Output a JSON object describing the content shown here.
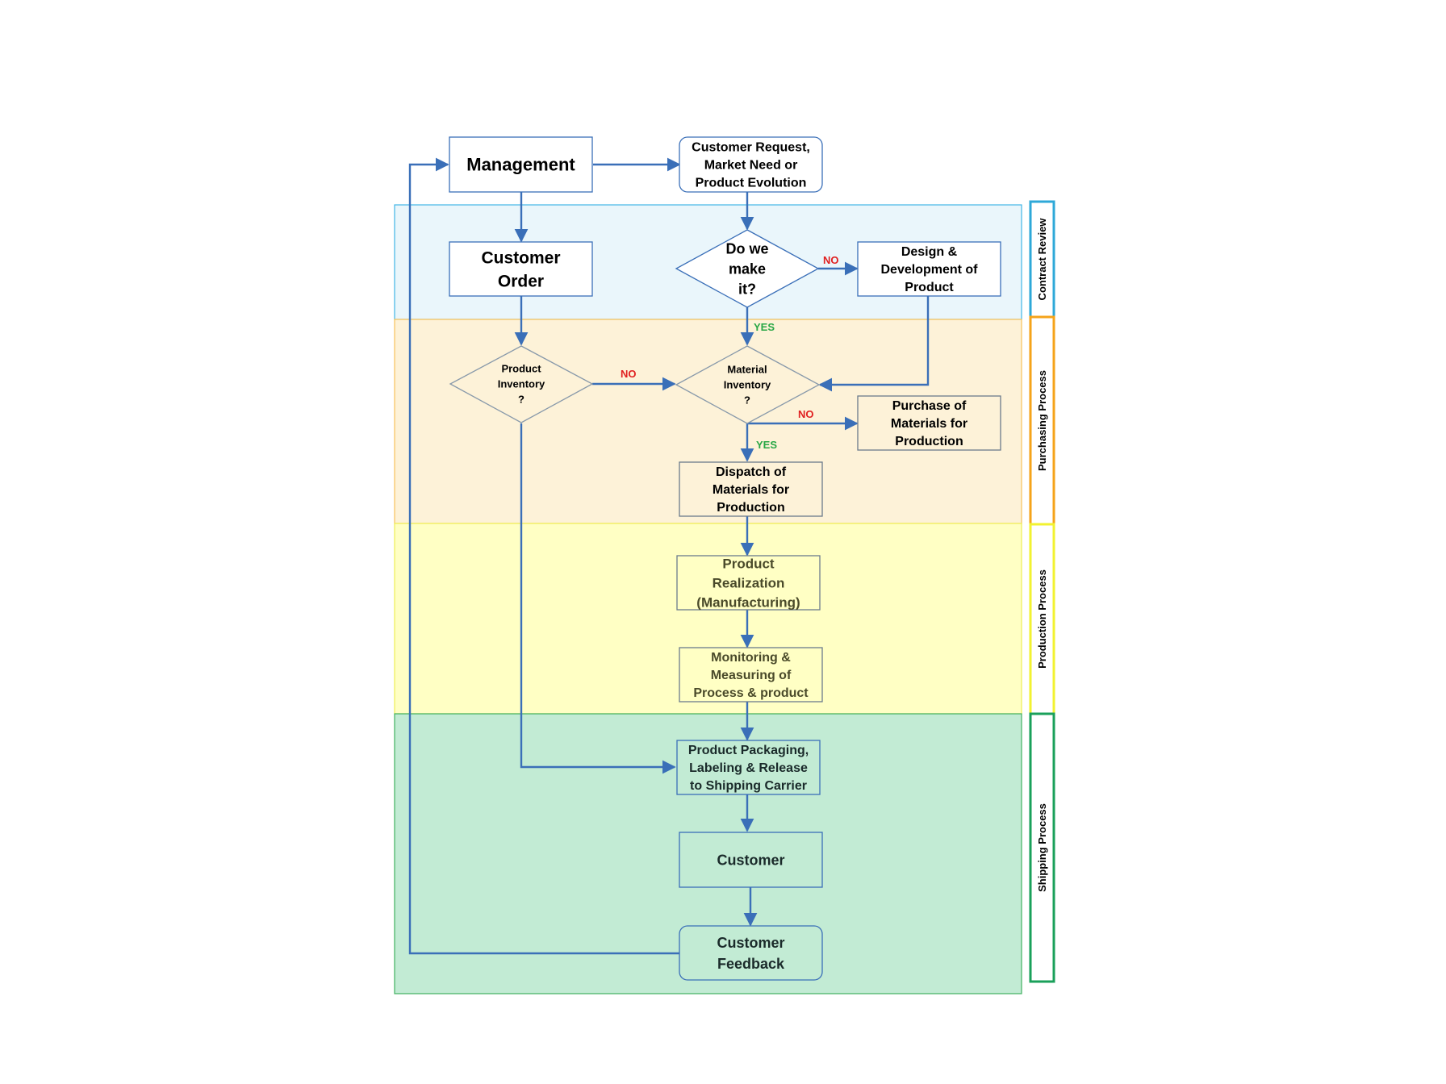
{
  "colors": {
    "contract_review": "#eaf6fb",
    "purchasing": "#fdf2d8",
    "production": "#ffffc4",
    "shipping": "#c2ebd4",
    "contract_review_tab": "#2ea8d8",
    "purchasing_tab": "#f5a31a",
    "production_tab": "#f2f230",
    "shipping_tab": "#1aa05a",
    "arrow": "#3a6fb8",
    "no": "#e02020",
    "yes": "#28a745"
  },
  "lanes": {
    "contract_review": "Contract Review",
    "purchasing": "Purchasing Process",
    "production": "Production Process",
    "shipping": "Shipping Process"
  },
  "nodes": {
    "management": [
      "Management"
    ],
    "customer_request": [
      "Customer Request,",
      "Market Need or",
      "Product Evolution"
    ],
    "customer_order": [
      "Customer",
      "Order"
    ],
    "do_we_make_it": [
      "Do we",
      "make",
      "it?"
    ],
    "design_development": [
      "Design &",
      "Development of",
      "Product"
    ],
    "product_inventory": [
      "Product",
      "Inventory",
      "?"
    ],
    "material_inventory": [
      "Material",
      "Inventory",
      "?"
    ],
    "purchase_materials": [
      "Purchase of",
      "Materials for",
      "Production"
    ],
    "dispatch_materials": [
      "Dispatch of",
      "Materials for",
      "Production"
    ],
    "product_realization": [
      "Product",
      "Realization",
      "(Manufacturing)"
    ],
    "monitoring_measuring": [
      "Monitoring &",
      "Measuring of",
      "Process & product"
    ],
    "packaging_release": [
      "Product Packaging,",
      "Labeling & Release",
      "to Shipping Carrier"
    ],
    "customer": [
      "Customer"
    ],
    "customer_feedback": [
      "Customer",
      "Feedback"
    ]
  },
  "edge_labels": {
    "make_no": "NO",
    "make_yes": "YES",
    "product_inventory_no": "NO",
    "material_inventory_no": "NO",
    "material_inventory_yes": "YES"
  }
}
